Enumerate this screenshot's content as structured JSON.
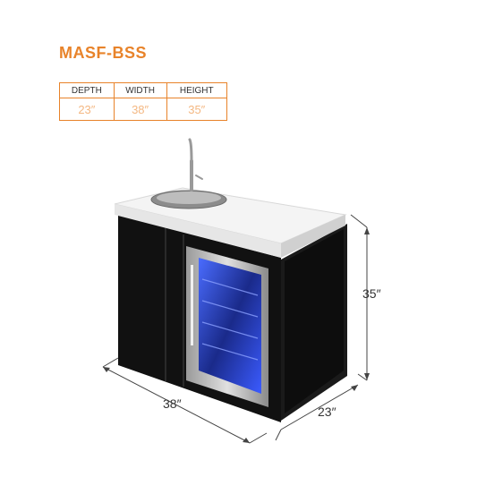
{
  "model": "MASF-BSS",
  "specs": {
    "headers": [
      "DEPTH",
      "WIDTH",
      "HEIGHT"
    ],
    "values": [
      "23″",
      "38″",
      "35″"
    ]
  },
  "dimensions": {
    "width": "38″",
    "depth": "23″",
    "height": "35″"
  },
  "colors": {
    "accent": "#e8832a",
    "cabinet": "#111111",
    "countertop": "#f2f2f2",
    "fridge_glow": "#3b5bff"
  }
}
